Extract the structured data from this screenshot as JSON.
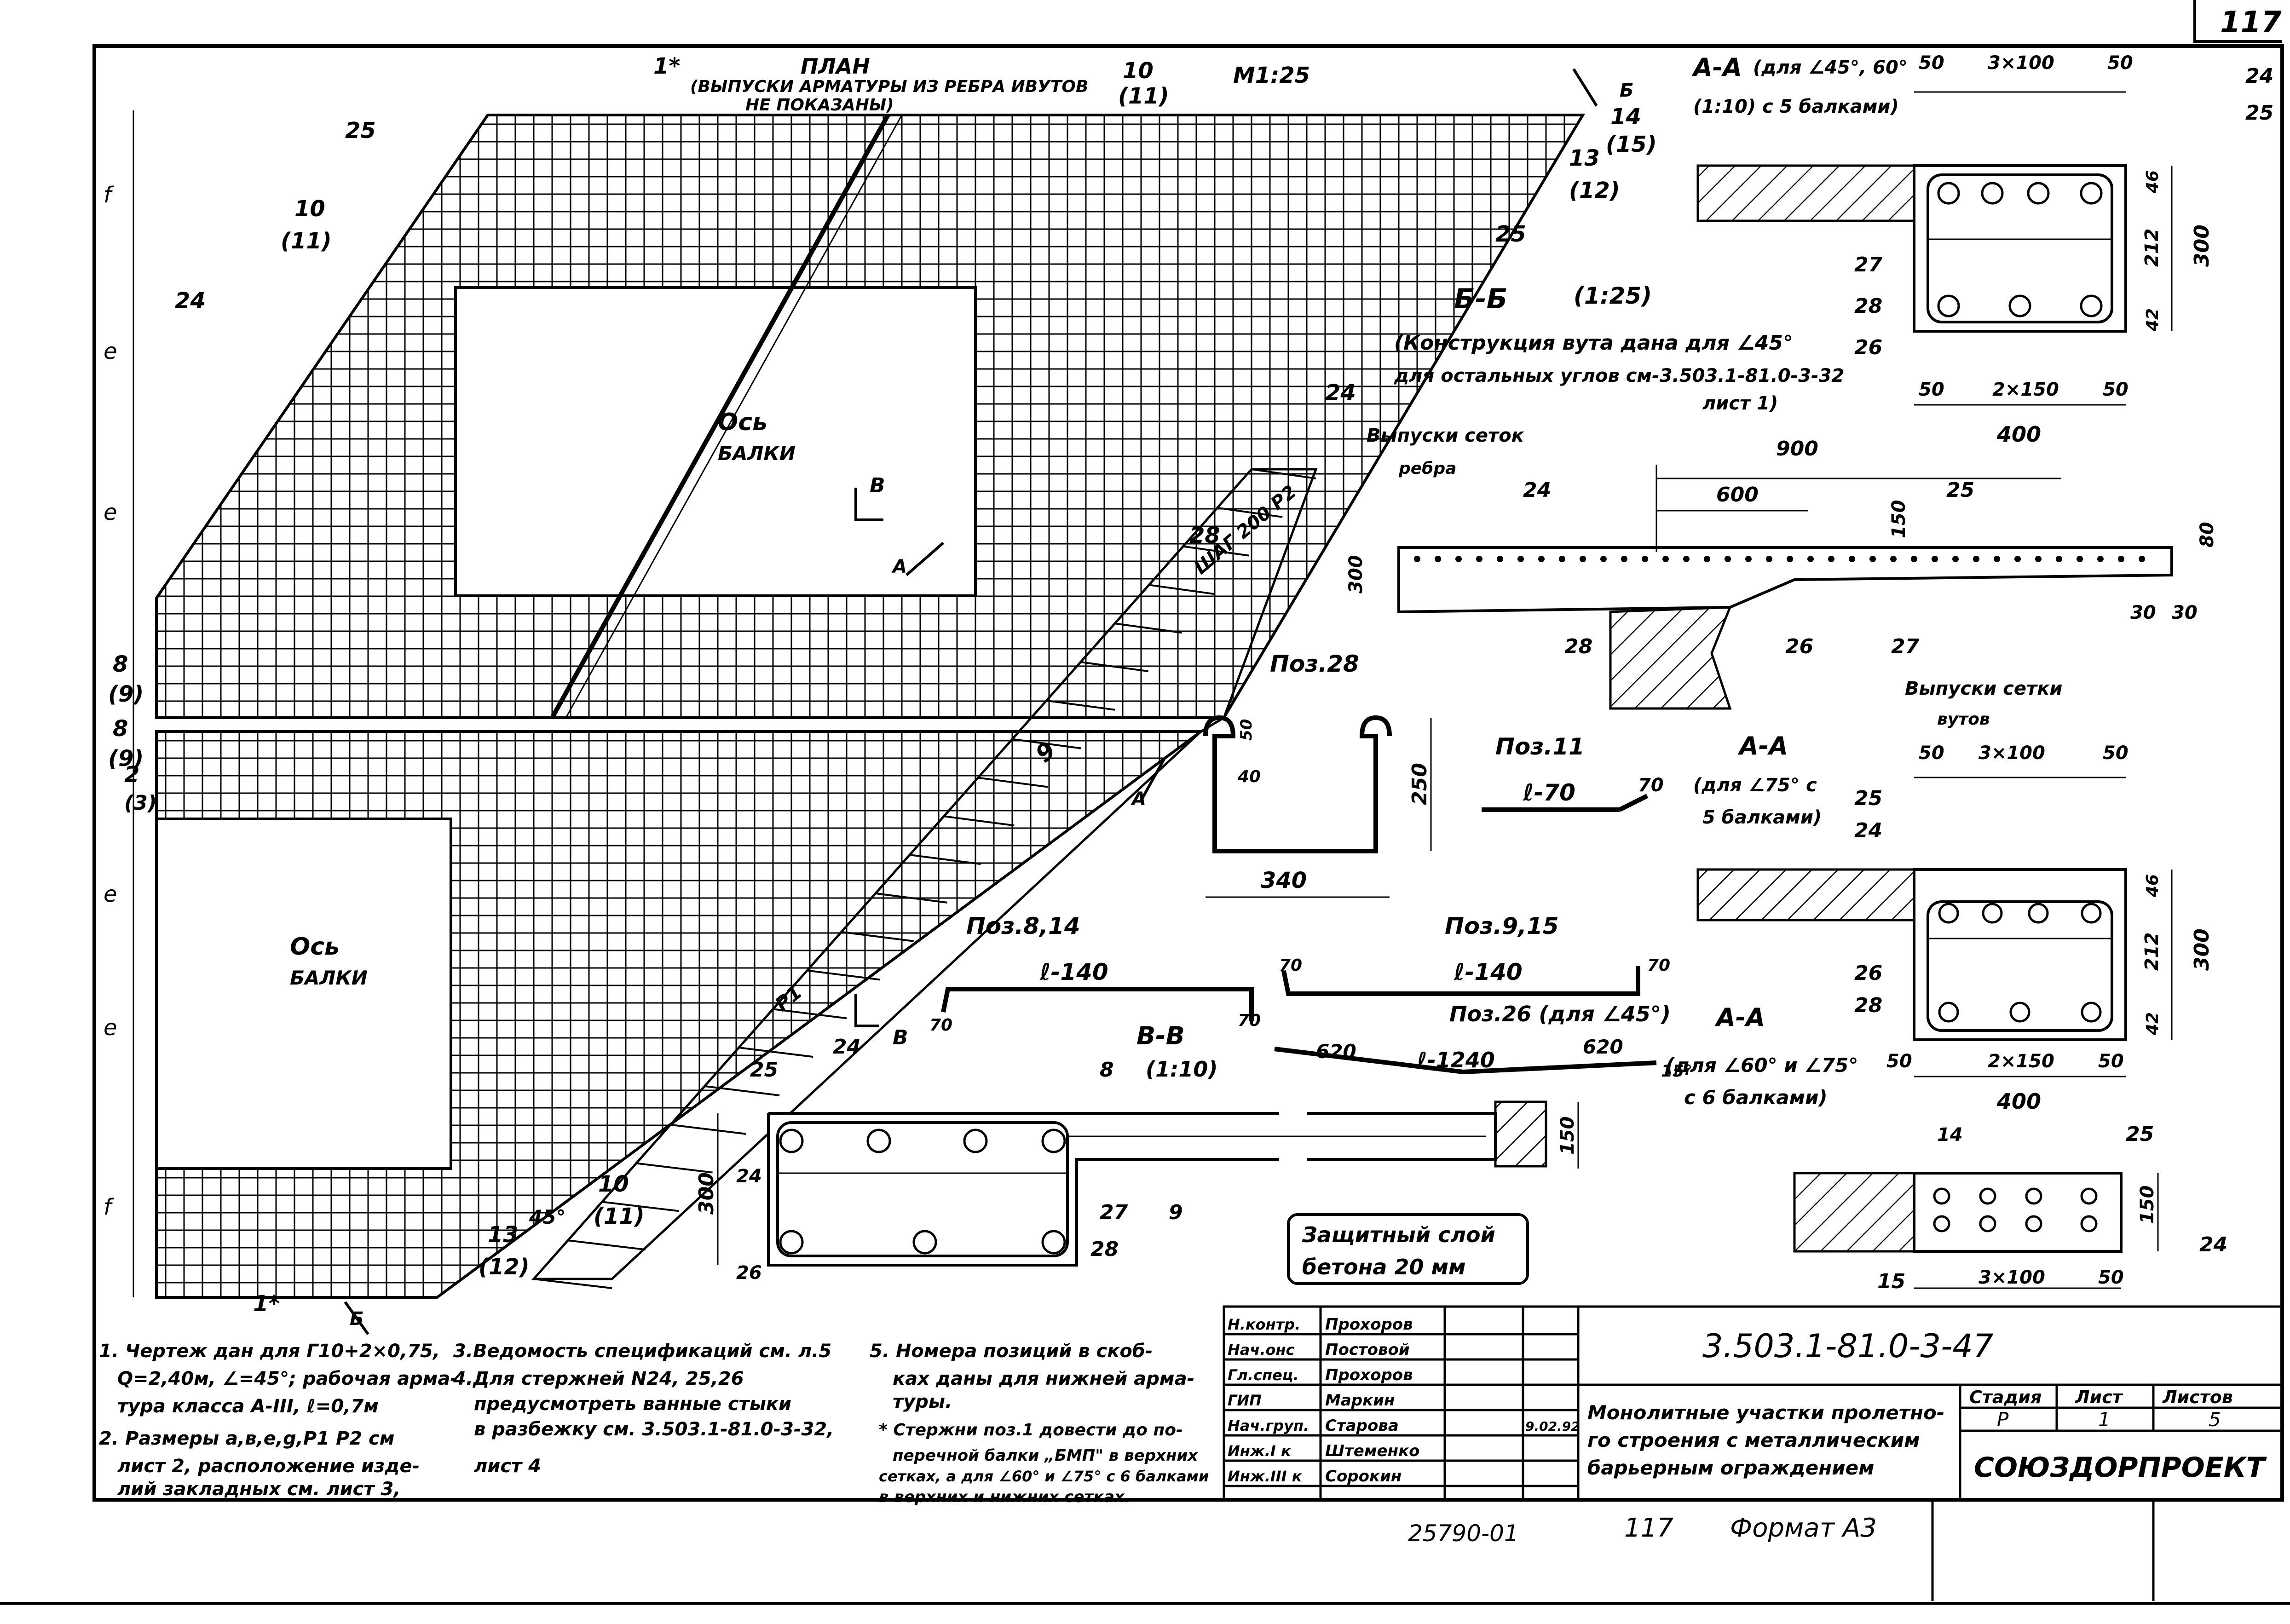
{
  "sheet": {
    "corner_sheet": "117",
    "scale": "М1:25",
    "designation": "3.503.1-81.0-3-47",
    "title_lines": [
      "Монолитные участки пролетно-",
      "го строения с металлическим",
      "барьерным ограждением"
    ],
    "org": "СОЮЗДОРПРОЕКТ",
    "stage_header": "Стадия",
    "sheet_header": "Лист",
    "sheets_header": "Листов",
    "stage": "Р",
    "sheet_no": "1",
    "sheets_total": "5",
    "date": "9.02.92",
    "roles": [
      {
        "role": "Н.контр.",
        "name": "Прохоров"
      },
      {
        "role": "Нач.онс",
        "name": "Постовой"
      },
      {
        "role": "Гл.спец.",
        "name": "Прохоров"
      },
      {
        "role": "ГИП",
        "name": "Маркин"
      },
      {
        "role": "Нач.груп.",
        "name": "Старова"
      },
      {
        "role": "Инж.I к",
        "name": "Штеменко"
      },
      {
        "role": "Инж.III к",
        "name": "Сорокин"
      }
    ],
    "footer_inv": "25790-01",
    "footer_no": "117",
    "footer_format": "Формат А3"
  },
  "plan": {
    "title": "ПЛАН",
    "subtitle1": "(ВЫПУСКИ АРМАТУРЫ ИЗ РЕБРА ИВУТОВ",
    "subtitle2": "НЕ ПОКАЗАНЫ)",
    "axis1": "Ось",
    "axis1b": "БАЛКИ",
    "axis2": "Ось",
    "axis2b": "БАЛКИ",
    "step": "ШАГ 200 Р2",
    "angle": "45°",
    "labels": {
      "l1": "1*",
      "l1b": "1*",
      "l25a": "25",
      "l25b": "25",
      "l10": "10",
      "l11": "(11)",
      "l10b": "10",
      "l11b": "(11)",
      "l10c": "10",
      "l11c": "(11)",
      "l14": "14",
      "l15": "(15)",
      "l13": "13",
      "l12": "(12)",
      "l13b": "13",
      "l12b": "(12)",
      "l24a": "24",
      "l24b": "24",
      "l8a": "8",
      "l9a": "(9)",
      "l8b": "8",
      "l9b": "(9)",
      "l2": "2",
      "l3": "(3)",
      "l28": "28",
      "l9": "9",
      "f": "f",
      "e": "e",
      "P1": "P1",
      "B": "В",
      "A": "А",
      "Bb": "Б"
    }
  },
  "sections": {
    "aa1": {
      "title": "А-А",
      "note1": "(для ∠45°, 60°",
      "note2": "(1:10) с 5 балками)",
      "d50a": "50",
      "d3x100": "3×100",
      "d50b": "50",
      "d46": "46",
      "d212": "212",
      "d42": "42",
      "d300": "300",
      "d2x150": "2×150",
      "d50c": "50",
      "d50d": "50",
      "d400": "400",
      "p24": "24",
      "p25": "25",
      "p27": "27",
      "p28": "28",
      "p26": "26"
    },
    "bb": {
      "title": "Б-Б",
      "scale": "(1:25)",
      "note1": "(Конструкция вута дана для ∠45°",
      "note2": "для остальных углов см-3.503.1-81.0-3-32",
      "note3": "лист 1)",
      "rel1": "Выпуски сеток",
      "rel1b": "ребра",
      "rel2": "Выпуски сетки",
      "rel2b": "вутов",
      "d900": "900",
      "d600": "600",
      "d150": "150",
      "d80": "80",
      "d300": "300",
      "d30a": "30",
      "d30b": "30",
      "p24": "24",
      "p25": "25",
      "p28": "28",
      "p26": "26",
      "p27": "27"
    },
    "aa2": {
      "title": "А-А",
      "note1": "(для ∠75° с",
      "note2": "5 балками)",
      "d50a": "50",
      "d3x100": "3×100",
      "d50b": "50",
      "d46": "46",
      "d212": "212",
      "d42": "42",
      "d300": "300",
      "d2x150": "2×150",
      "d50c": "50",
      "d50d": "50",
      "d400": "400",
      "p25": "25",
      "p24": "24",
      "p26": "26",
      "p28": "28"
    },
    "aa3": {
      "title": "А-А",
      "note1": "(для ∠60° и ∠75°",
      "note2": "с 6 балками)",
      "d150": "150",
      "d3x100": "3×100",
      "d50": "50",
      "p14": "14",
      "p25": "25",
      "p24": "24",
      "p15": "15"
    },
    "vv": {
      "title": "В-В",
      "scale": "(1:10)",
      "d300": "300",
      "d150": "150",
      "p25": "25",
      "p24a": "24",
      "p8": "8",
      "p24b": "24",
      "p27": "27",
      "p9": "9",
      "p26": "26",
      "p28": "28"
    }
  },
  "positions": {
    "p28": {
      "title": "Поз.28",
      "d50": "50",
      "d40": "40",
      "d250": "250",
      "d340": "340"
    },
    "p11": {
      "title": "Поз.11",
      "len": "ℓ-70",
      "d70": "70"
    },
    "p814": {
      "title": "Поз.8,14",
      "len": "ℓ-140",
      "d70a": "70",
      "d70b": "70"
    },
    "p915": {
      "title": "Поз.9,15",
      "len": "ℓ-140",
      "d70a": "70",
      "d70b": "70"
    },
    "p26": {
      "title": "Поз.26 (для ∠45°)",
      "len": "ℓ-1240",
      "d620a": "620",
      "d620b": "620",
      "d15": "15°"
    }
  },
  "cover": {
    "line1": "Защитный слой",
    "line2": "бетона 20 мм"
  },
  "notes": [
    "1. Чертеж дан для Г10+2×0,75,",
    "Q=2,40м, ∠=45°; рабочая арма-",
    "тура класса А-III, ℓ=0,7м",
    "2. Размеры а,в,е,g,Р1 Р2 см",
    "лист 2, расположение изде-",
    "лий закладных см. лист 3,",
    "3.Ведомость спецификаций см. л.5",
    "4.Для стержней N24, 25,26",
    "предусмотреть ванные стыки",
    "в разбежку см. 3.503.1-81.0-3-32,",
    "лист 4",
    "5. Номера позиций в скоб-",
    "ках даны для нижней арма-",
    "туры.",
    "* Стержни поз.1 довести до по-",
    "перечной балки „БМП\" в верхних",
    "сетках, а для ∠60° и ∠75° с 6 балками",
    "в верхних и нижних сетках."
  ]
}
